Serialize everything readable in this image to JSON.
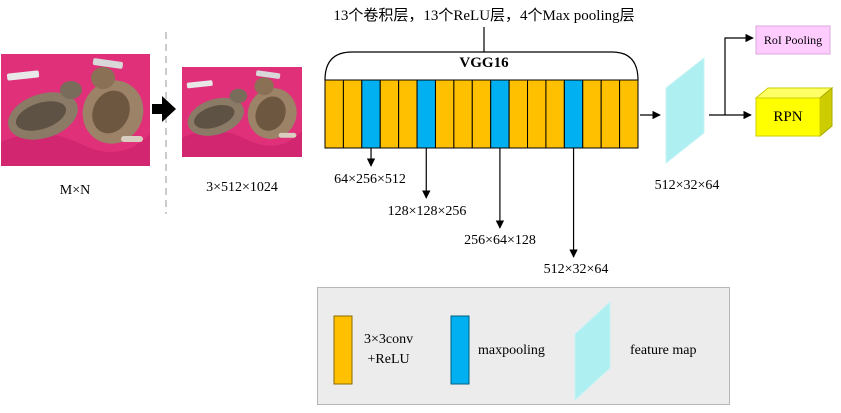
{
  "top_label": "13个卷积层，13个ReLU层，4个Max pooling层",
  "network_name": "VGG16",
  "input": {
    "size_label": "M×N"
  },
  "resized": {
    "size_label": "3×512×1024"
  },
  "layer_sequence": [
    "conv",
    "conv",
    "pool",
    "conv",
    "conv",
    "pool",
    "conv",
    "conv",
    "conv",
    "pool",
    "conv",
    "conv",
    "conv",
    "pool",
    "conv",
    "conv",
    "conv"
  ],
  "pool_outputs": [
    "64×256×512",
    "128×128×256",
    "256×64×128",
    "512×32×64"
  ],
  "feature_map": {
    "size_label": "512×32×64"
  },
  "heads": {
    "roi_pooling": "RoI Pooling",
    "rpn": "RPN"
  },
  "legend": {
    "conv_line1": "3×3conv",
    "conv_line2": "+ReLU",
    "pool": "maxpooling",
    "feature_map": "feature map"
  },
  "colors": {
    "conv": "#FFC000",
    "pool": "#00B0F0",
    "feature_map": "#AEEFF2",
    "roi_box": "#FFCCFF",
    "rpn_box": "#FFFF00",
    "photo_background": "#E0307A"
  }
}
